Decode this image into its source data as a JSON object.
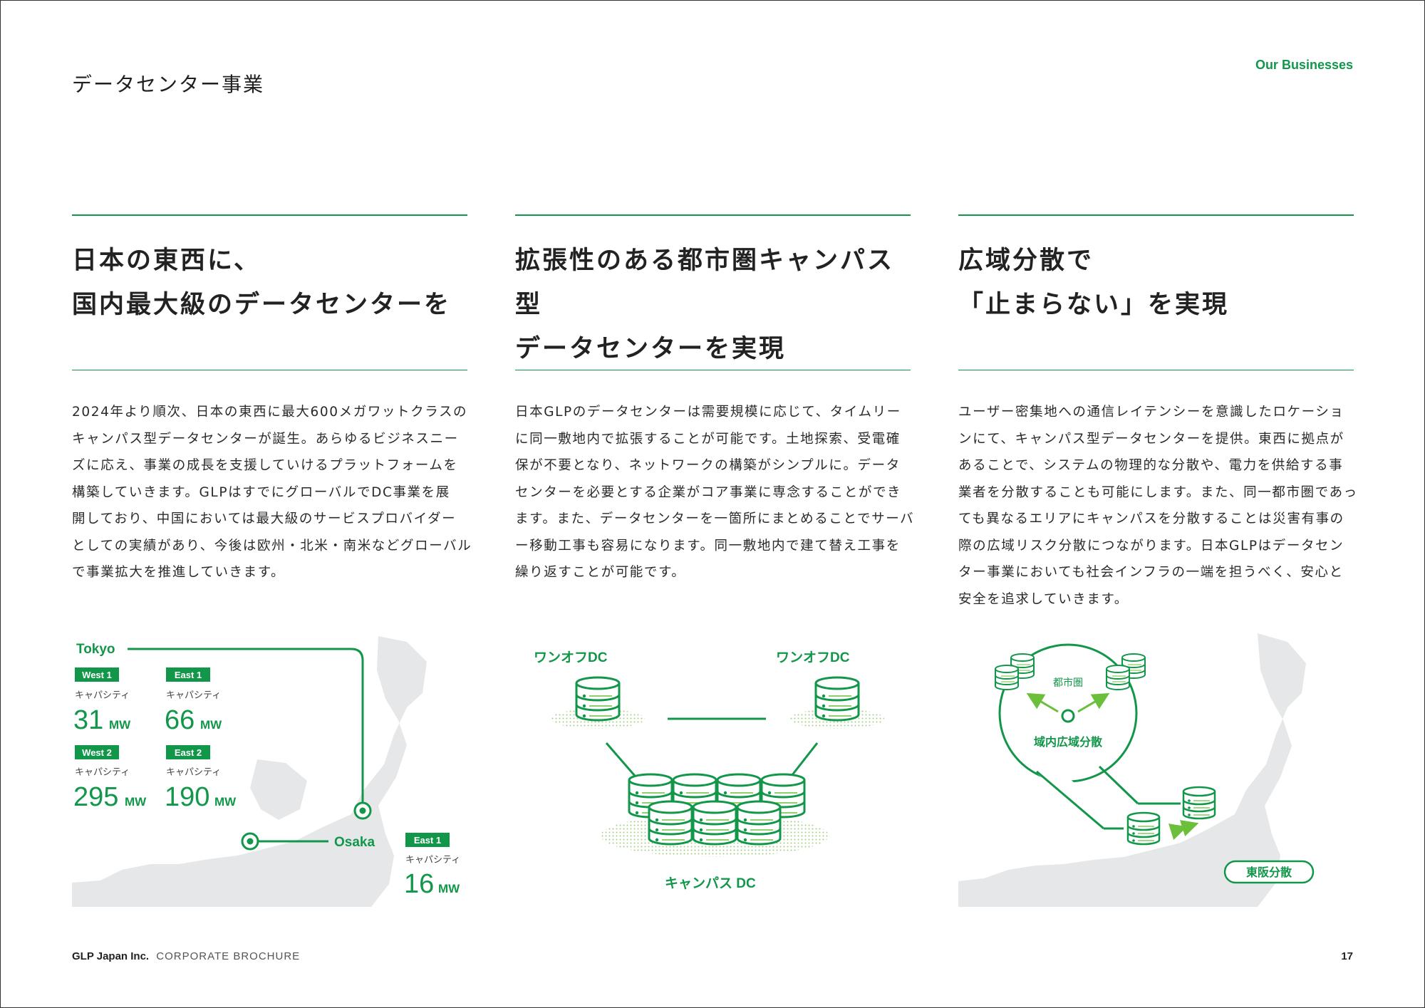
{
  "header": {
    "title": "データセンター事業",
    "section": "Our Businesses"
  },
  "columns": [
    {
      "heading": [
        "日本の東西に、",
        "国内最大級のデータセンターを"
      ],
      "body": [
        "2024年より順次、日本の東西に最大600メガワットクラスの",
        "キャンパス型データセンターが誕生。あらゆるビジネスニー",
        "ズに応え、事業の成長を支援していけるプラットフォームを",
        "構築していきます。GLPはすでにグローバルでDC事業を展",
        "開しており、中国においては最大級のサービスプロバイダー",
        "としての実績があり、今後は欧州・北米・南米などグローバル",
        "で事業拡大を推進していきます。"
      ]
    },
    {
      "heading": [
        "拡張性のある都市圏キャンパス型",
        "データセンターを実現"
      ],
      "body": [
        "日本GLPのデータセンターは需要規模に応じて、タイムリー",
        "に同一敷地内で拡張することが可能です。土地探索、受電確",
        "保が不要となり、ネットワークの構築がシンプルに。データ",
        "センターを必要とする企業がコア事業に専念することができ",
        "ます。また、データセンターを一箇所にまとめることでサーバ",
        "ー移動工事も容易になります。同一敷地内で建て替え工事を",
        "繰り返すことが可能です。"
      ]
    },
    {
      "heading": [
        "広域分散で",
        "「止まらない」を実現"
      ],
      "body": [
        "ユーザー密集地への通信レイテンシーを意識したロケーショ",
        "ンにて、キャンパス型データセンターを提供。東西に拠点が",
        "あることで、システムの物理的な分散や、電力を供給する事",
        "業者を分散することも可能にします。また、同一都市圏であっ",
        "ても異なるエリアにキャンパスを分散することは災害有事の",
        "際の広域リスク分散につながります。日本GLPはデータセン",
        "ター事業においても社会インフラの一端を担うべく、安心と",
        "安全を追求していきます。"
      ]
    }
  ],
  "map": {
    "tokyo": {
      "label": "Tokyo",
      "sites": [
        {
          "name": "West 1",
          "cap_label": "キャパシティ",
          "value": "31",
          "unit": "MW"
        },
        {
          "name": "East 1",
          "cap_label": "キャパシティ",
          "value": "66",
          "unit": "MW"
        },
        {
          "name": "West 2",
          "cap_label": "キャパシティ",
          "value": "295",
          "unit": "MW"
        },
        {
          "name": "East 2",
          "cap_label": "キャパシティ",
          "value": "190",
          "unit": "MW"
        }
      ]
    },
    "osaka": {
      "label": "Osaka",
      "sites": [
        {
          "name": "East 1",
          "cap_label": "キャパシティ",
          "value": "16",
          "unit": "MW"
        }
      ]
    }
  },
  "campus_diagram": {
    "left_label": "ワンオフDC",
    "right_label": "ワンオフDC",
    "bottom_label": "キャンパス DC"
  },
  "dispersion_diagram": {
    "metro_label": "都市圏",
    "circle_label": "域内広域分散",
    "badge_label": "東阪分散"
  },
  "colors": {
    "accent": "#12974a",
    "light_green": "#6cbf3a",
    "map_gray": "#e6e7e8"
  },
  "footer": {
    "company": "GLP Japan Inc.",
    "doc": "CORPORATE BROCHURE",
    "page": "17"
  }
}
